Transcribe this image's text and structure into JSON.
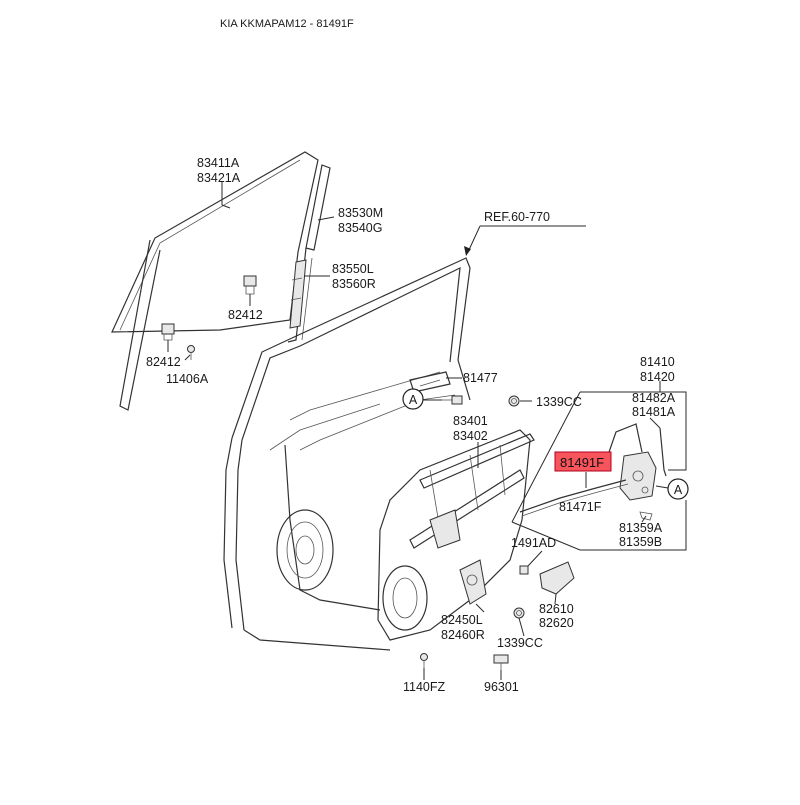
{
  "header": {
    "title": "KIA KKMAPAM12 - 81491F"
  },
  "reference": {
    "label": "REF.60-770"
  },
  "highlight": {
    "part": "81491F",
    "color": "#f7545c"
  },
  "callouts": {
    "a_left": "A",
    "a_right": "A"
  },
  "labels": {
    "p83411a": "83411A",
    "p83421a": "83421A",
    "p83530m": "83530M",
    "p83540g": "83540G",
    "p83550l": "83550L",
    "p83560r": "83560R",
    "p82412_top": "82412",
    "p82412_left": "82412",
    "p11406a": "11406A",
    "p81477": "81477",
    "p1339cc_top": "1339CC",
    "p83401": "83401",
    "p83402": "83402",
    "p81410": "81410",
    "p81420": "81420",
    "p81482a": "81482A",
    "p81481a": "81481A",
    "p81471f": "81471F",
    "p81359a": "81359A",
    "p81359b": "81359B",
    "p1491ad": "1491AD",
    "p82610": "82610",
    "p82620": "82620",
    "p82450l": "82450L",
    "p82460r": "82460R",
    "p1339cc_bottom": "1339CC",
    "p1140fz": "1140FZ",
    "p96301": "96301"
  }
}
